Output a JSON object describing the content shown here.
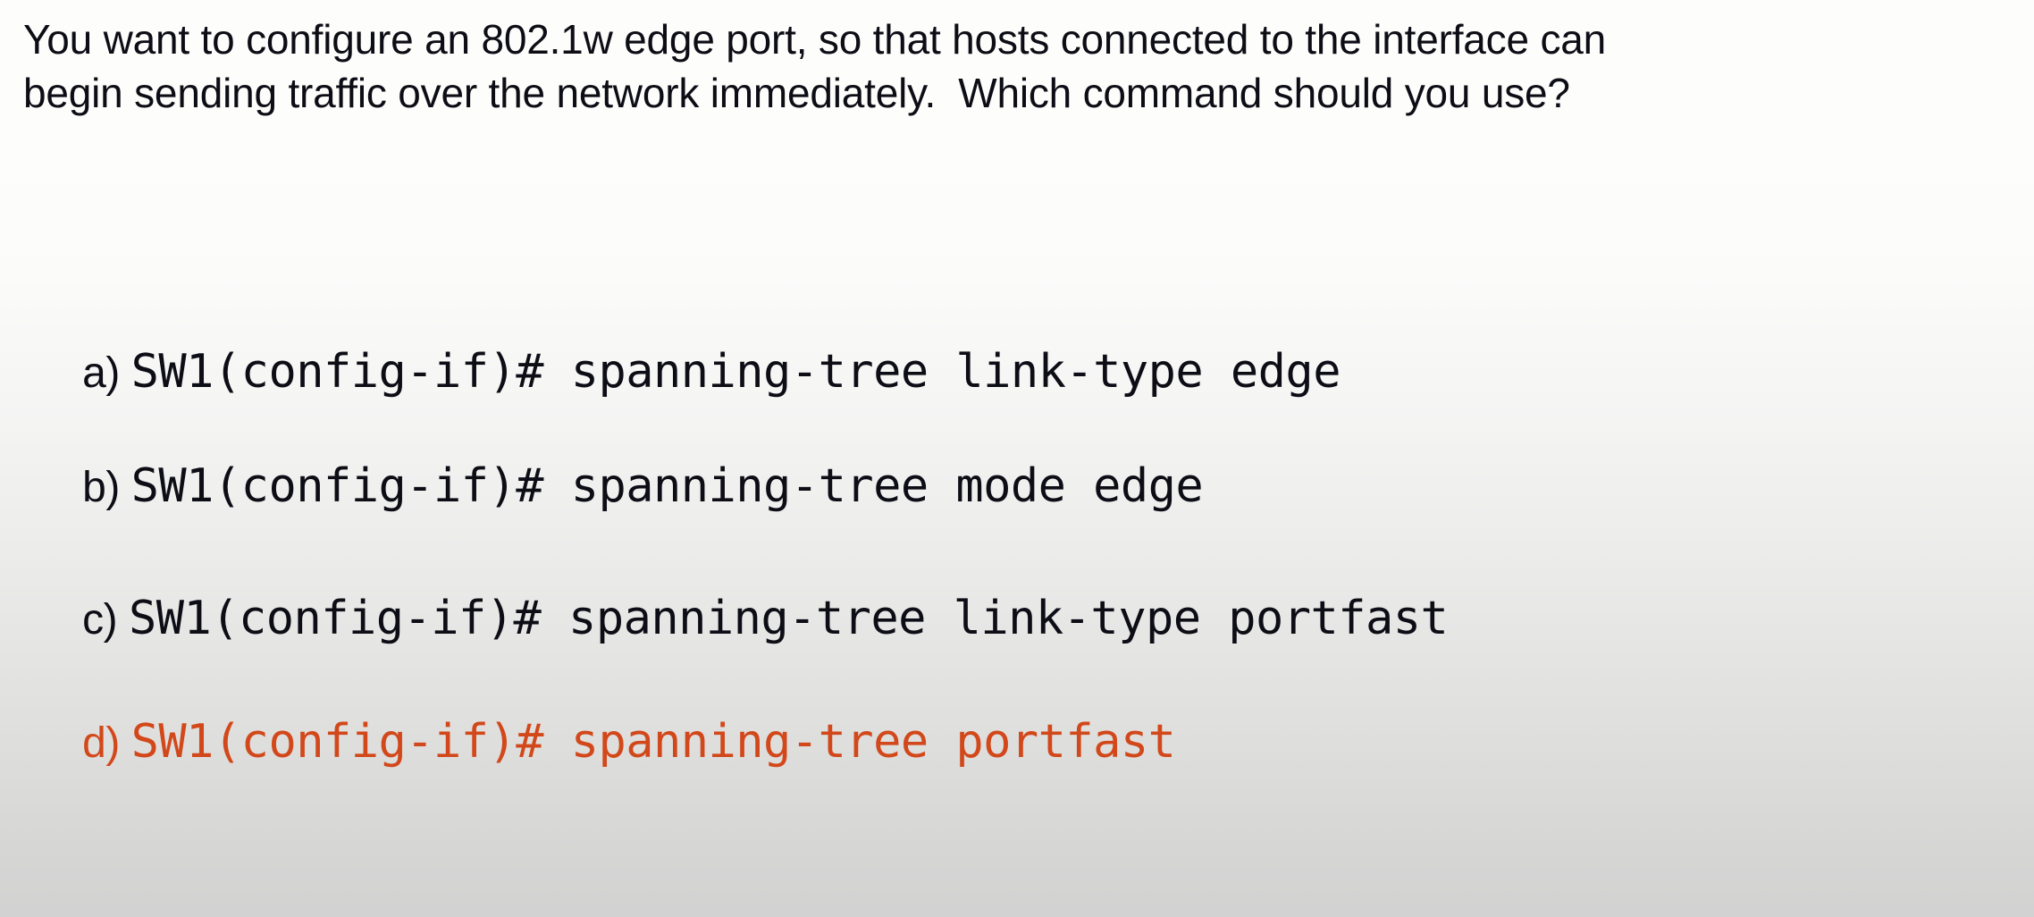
{
  "slide": {
    "background_top_color": "#fdfdfb",
    "background_bottom_color": "#d2d2d2",
    "text_color": "#0d0d16",
    "highlight_color": "#d2481a"
  },
  "question": {
    "line1": "You want to configure an 802.1w edge port, so that hosts connected to the interface can",
    "line2": "begin sending traffic over the network immediately.  Which command should you use?"
  },
  "options": [
    {
      "label": "a)",
      "command": "SW1(config-if)# spanning-tree link-type edge",
      "highlighted": false
    },
    {
      "label": "b)",
      "command": "SW1(config-if)# spanning-tree mode edge",
      "highlighted": false
    },
    {
      "label": "c)",
      "command": "SW1(config-if)# spanning-tree link-type portfast",
      "highlighted": false
    },
    {
      "label": "d)",
      "command": "SW1(config-if)# spanning-tree portfast",
      "highlighted": true
    }
  ]
}
